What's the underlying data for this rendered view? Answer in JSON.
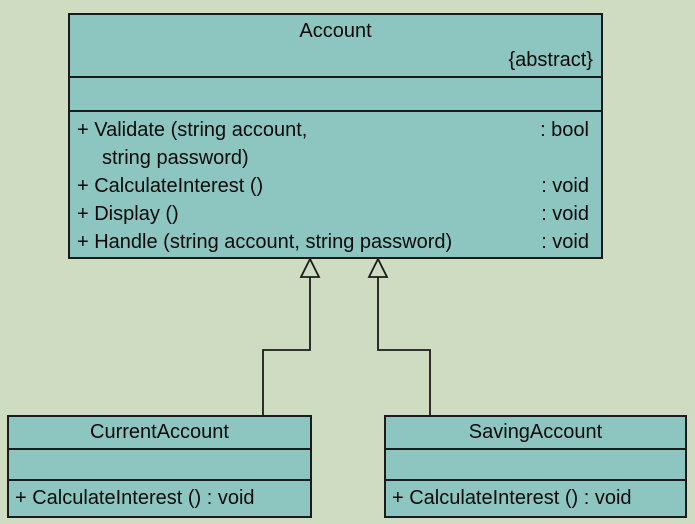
{
  "diagram": {
    "type": "uml-class-diagram",
    "colors": {
      "background": "#cedcc2",
      "class_fill": "#8dc5c0",
      "line": "#1b1b1b",
      "text": "#0a0a0a"
    },
    "account": {
      "title": "Account",
      "stereotype": "{abstract}",
      "attributes": [],
      "methods": [
        {
          "left": "+ Validate (string account,",
          "right": ": bool"
        },
        {
          "left": "string password)",
          "right": ""
        },
        {
          "left": "+ CalculateInterest ()",
          "right": ": void"
        },
        {
          "left": "+ Display ()",
          "right": ": void"
        },
        {
          "left": "+ Handle (string account, string password)",
          "right": ": void"
        }
      ]
    },
    "current_account": {
      "title": "CurrentAccount",
      "attributes": [],
      "method": "+ CalculateInterest () : void"
    },
    "saving_account": {
      "title": "SavingAccount",
      "attributes": [],
      "method": "+ CalculateInterest () : void"
    },
    "relations": [
      {
        "type": "generalization",
        "from": "CurrentAccount",
        "to": "Account"
      },
      {
        "type": "generalization",
        "from": "SavingAccount",
        "to": "Account"
      }
    ]
  }
}
